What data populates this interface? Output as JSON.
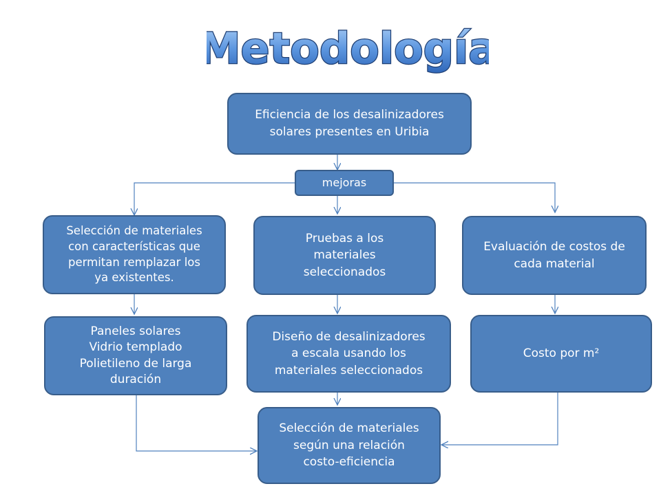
{
  "title": "Metodología",
  "colors": {
    "node_fill": "#4f81bd",
    "node_border": "#385d8a",
    "connector": "#4f81bd",
    "title_fill": "#6fa8e8",
    "title_stroke": "#1f3f73"
  },
  "nodes": {
    "eficiencia": "Eficiencia de los desalinizadores\nsolares presentes en Uribia",
    "mejoras": "mejoras",
    "seleccion_materiales": "Selección de materiales\ncon características que\npermitan remplazar los\nya existentes.",
    "pruebas": "Pruebas a los\nmateriales\nseleccionados",
    "evaluacion_costos": "Evaluación de costos de\ncada material",
    "paneles": "Paneles solares\nVidrio templado\nPolietileno de larga\nduración",
    "diseno": "Diseño de desalinizadores\na escala usando los\nmateriales seleccionados",
    "costo_m2": "Costo por m²",
    "seleccion_final": "Selección de materiales\nsegún una relación\ncosto-eficiencia"
  }
}
